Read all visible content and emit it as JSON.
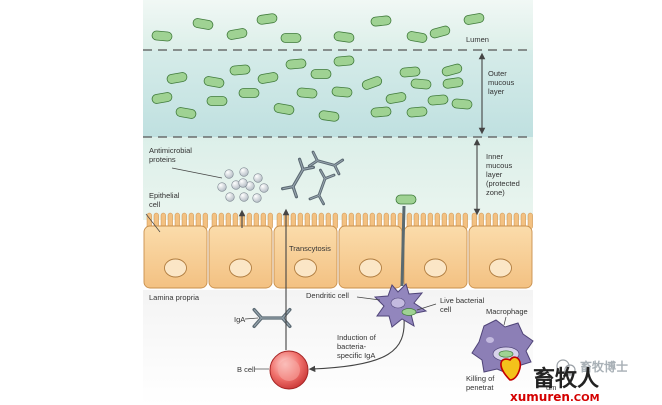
{
  "labels": {
    "lumen": "Lumen",
    "outer_mucous": [
      "Outer",
      "mucous",
      "layer"
    ],
    "inner_mucous": [
      "Inner",
      "mucous",
      "layer",
      "(protected",
      "zone)"
    ],
    "antimicrobial": [
      "Antimicrobial",
      "proteins"
    ],
    "epithelial": [
      "Epithelial",
      "cell"
    ],
    "transcytosis": "Transcytosis",
    "lamina_propria": "Lamina propria",
    "dendritic": "Dendritic cell",
    "live_bacterial": [
      "Live bacterial",
      "cell"
    ],
    "macrophage": "Macrophage",
    "iga": "IgA",
    "induction": [
      "Induction of",
      "bacteria-",
      "specific IgA"
    ],
    "b_cell": "B cell",
    "killing": [
      "Killing of",
      "penetrat"
    ],
    "killing_tail": [
      "at",
      "um"
    ]
  },
  "watermark": {
    "chat_handle": "畜牧博士",
    "logo_text": "畜牧人",
    "logo_url_prefix": "xumuren",
    "logo_url_suffix": ".COM"
  },
  "colors": {
    "lumen_bg": "#e6f3ef",
    "mucus_bg": "#cde7e6",
    "epithelium": "#f7cf9a",
    "bacteria": "#9fd293",
    "b_cell": "#e54b4b",
    "immune_cell": "#8c7fb6",
    "antibody": "#6a7680"
  }
}
